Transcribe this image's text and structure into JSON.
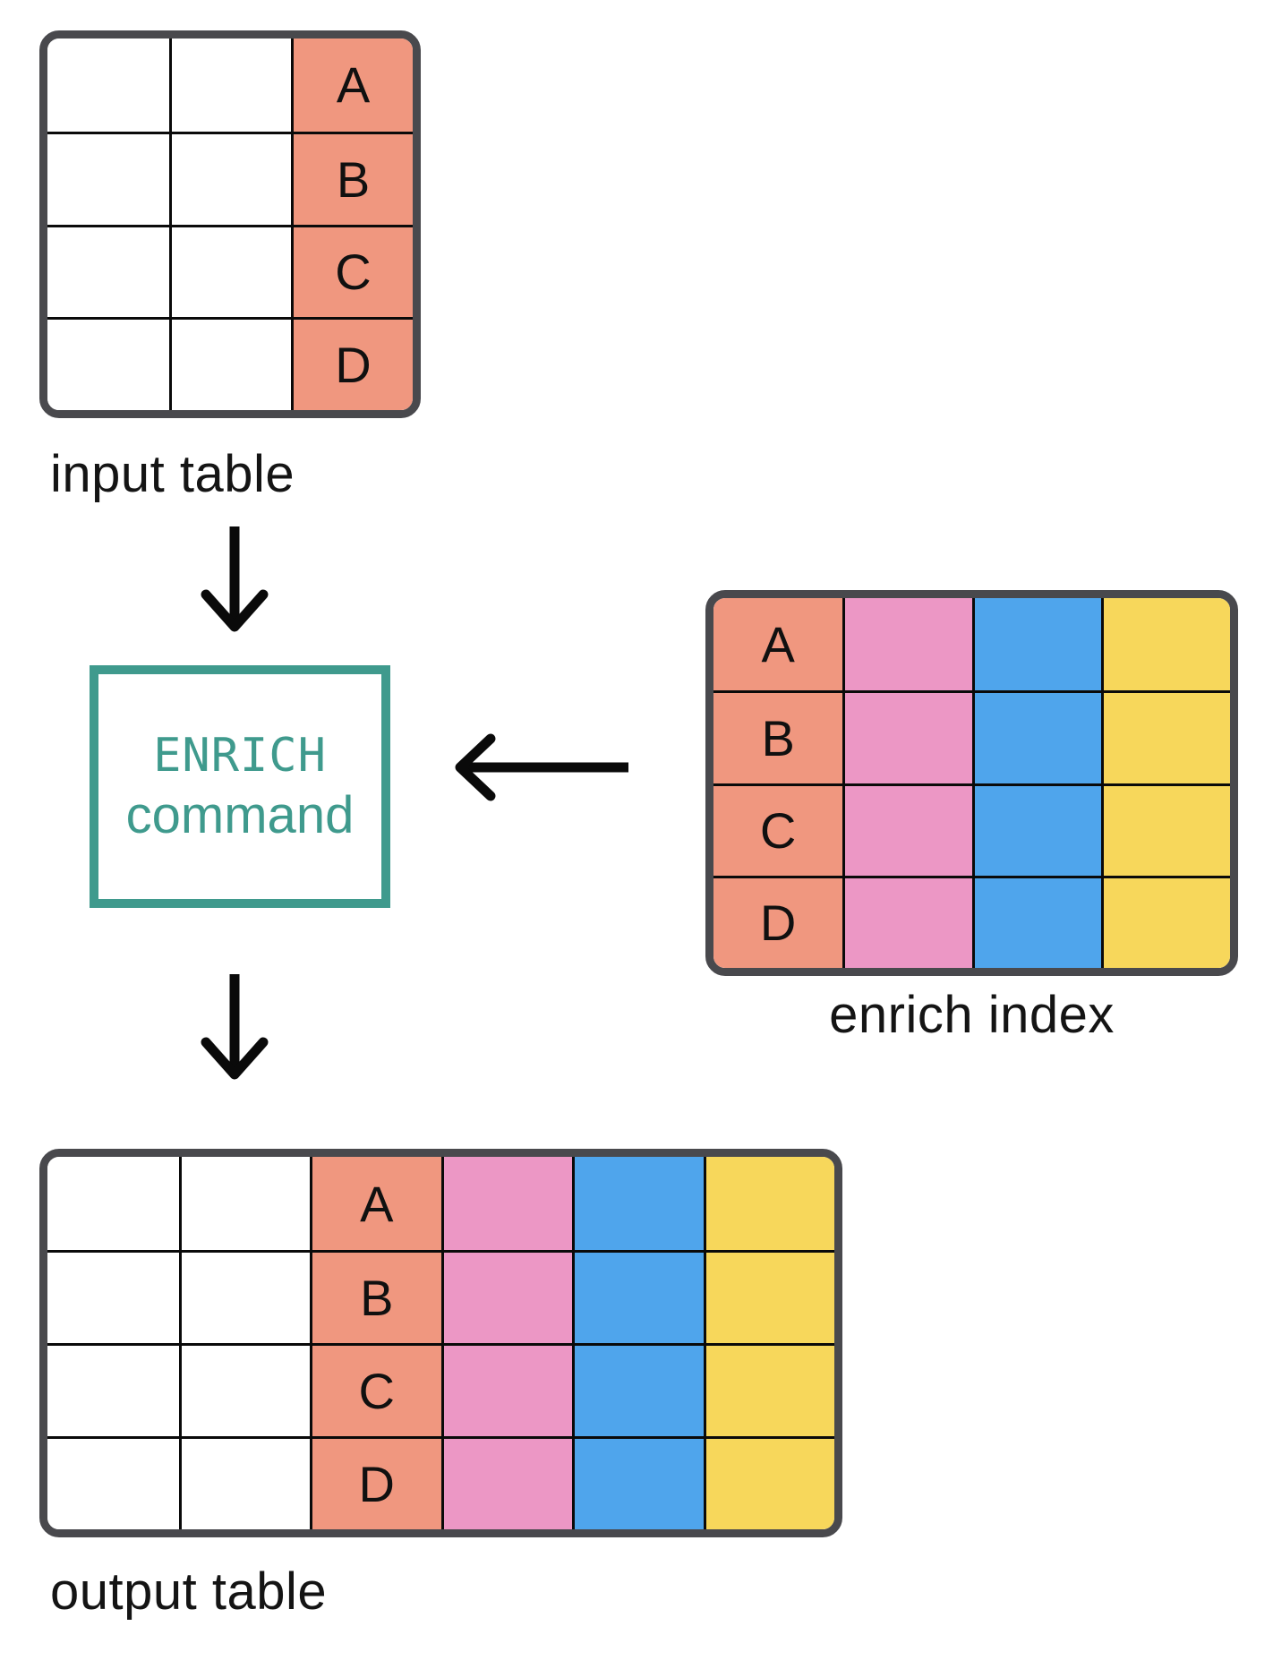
{
  "colors": {
    "white": "#FFFFFF",
    "salmon": "#F0977F",
    "pink": "#EC97C5",
    "blue": "#4FA5EC",
    "yellow": "#F7D75B",
    "teal": "#3F9A8D",
    "table_border": "#49494D",
    "grid_line": "#0A0A0A",
    "arrow": "#0A0A0A",
    "text": "#141414"
  },
  "command_box": {
    "keyword": "ENRICH",
    "word": "command"
  },
  "tables": {
    "input": {
      "label": "input table",
      "rows": 4,
      "columns": [
        {
          "color": "white",
          "values": [
            "",
            "",
            "",
            ""
          ]
        },
        {
          "color": "white",
          "values": [
            "",
            "",
            "",
            ""
          ]
        },
        {
          "color": "salmon",
          "values": [
            "A",
            "B",
            "C",
            "D"
          ]
        }
      ]
    },
    "enrich": {
      "label": "enrich index",
      "rows": 4,
      "columns": [
        {
          "color": "salmon",
          "values": [
            "A",
            "B",
            "C",
            "D"
          ]
        },
        {
          "color": "pink",
          "values": [
            "",
            "",
            "",
            ""
          ]
        },
        {
          "color": "blue",
          "values": [
            "",
            "",
            "",
            ""
          ]
        },
        {
          "color": "yellow",
          "values": [
            "",
            "",
            "",
            ""
          ]
        }
      ]
    },
    "output": {
      "label": "output table",
      "rows": 4,
      "columns": [
        {
          "color": "white",
          "values": [
            "",
            "",
            "",
            ""
          ]
        },
        {
          "color": "white",
          "values": [
            "",
            "",
            "",
            ""
          ]
        },
        {
          "color": "salmon",
          "values": [
            "A",
            "B",
            "C",
            "D"
          ]
        },
        {
          "color": "pink",
          "values": [
            "",
            "",
            "",
            ""
          ]
        },
        {
          "color": "blue",
          "values": [
            "",
            "",
            "",
            ""
          ]
        },
        {
          "color": "yellow",
          "values": [
            "",
            "",
            "",
            ""
          ]
        }
      ]
    }
  }
}
